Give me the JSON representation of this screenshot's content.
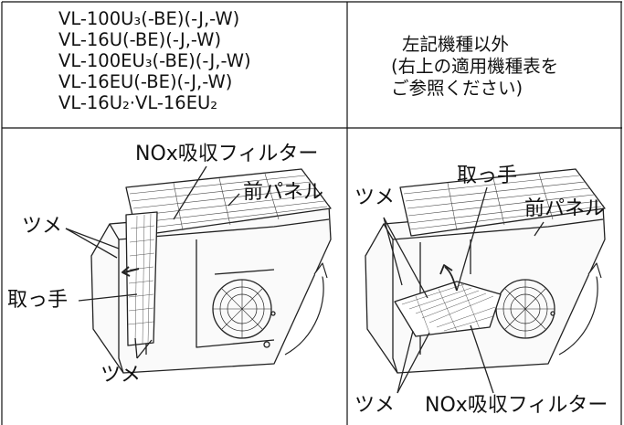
{
  "header": {
    "left_models": [
      "VL-100U₃(-BE)(-J,-W)",
      "VL-16U(-BE)(-J,-W)",
      "VL-100EU₃(-BE)(-J,-W)",
      "VL-16EU(-BE)(-J,-W)",
      "VL-16U₂·VL-16EU₂"
    ],
    "right_text": [
      "左記機種以外",
      "(右上の適用機種表を",
      "ご参照ください)"
    ]
  },
  "left_diagram": {
    "label_filter": "NOx吸収フィルター",
    "label_front_panel": "前パネル",
    "label_tab_top": "ツメ",
    "label_handle": "取っ手",
    "label_tab_bottom": "ツメ"
  },
  "right_diagram": {
    "label_tab_top": "ツメ",
    "label_handle": "取っ手",
    "label_front_panel": "前パネル",
    "label_tab_bottom": "ツメ",
    "label_filter": "NOx吸収フィルター"
  }
}
